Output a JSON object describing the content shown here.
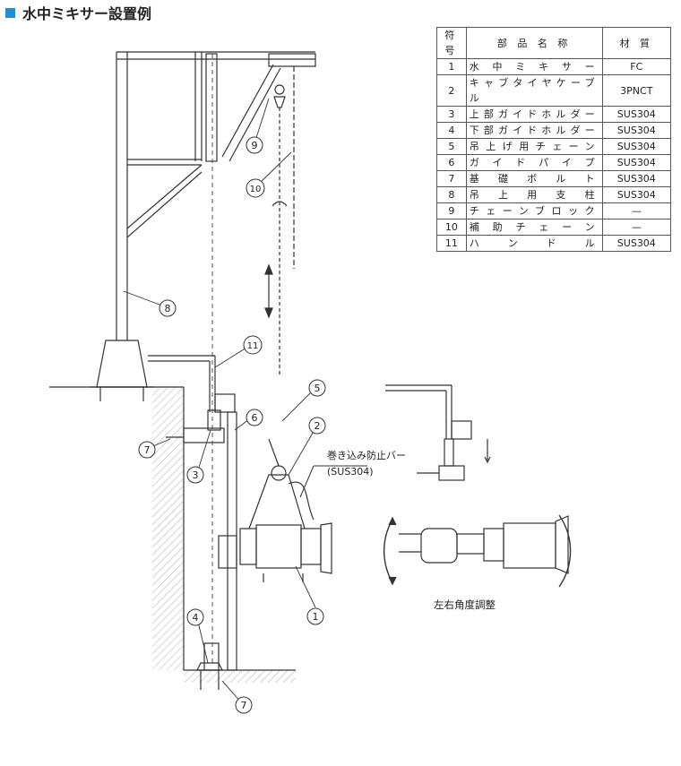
{
  "title": "水中ミキサー設置例",
  "table": {
    "headers": [
      "符号",
      "部 品 名 称",
      "材 質"
    ],
    "rows": [
      {
        "no": "1",
        "name": "水中ミキサー",
        "material": "FC"
      },
      {
        "no": "2",
        "name": "キャブタイヤケーブル",
        "material": "3PNCT"
      },
      {
        "no": "3",
        "name": "上部ガイドホルダー",
        "material": "SUS304"
      },
      {
        "no": "4",
        "name": "下部ガイドホルダー",
        "material": "SUS304"
      },
      {
        "no": "5",
        "name": "吊上げ用チェーン",
        "material": "SUS304"
      },
      {
        "no": "6",
        "name": "ガイドパイプ",
        "material": "SUS304"
      },
      {
        "no": "7",
        "name": "基礎ボルト",
        "material": "SUS304"
      },
      {
        "no": "8",
        "name": "吊上用支柱",
        "material": "SUS304"
      },
      {
        "no": "9",
        "name": "チェーンブロック",
        "material": "—"
      },
      {
        "no": "10",
        "name": "補助チェーン",
        "material": "—"
      },
      {
        "no": "11",
        "name": "ハンドル",
        "material": "SUS304"
      }
    ]
  },
  "annotations": {
    "anti_wind_bar": "巻き込み防止バー",
    "anti_wind_material": "(SUS304)",
    "angle_adjust": "左右角度調整"
  },
  "callouts": {
    "c1": "1",
    "c2": "2",
    "c3": "3",
    "c4": "4",
    "c5": "5",
    "c6": "6",
    "c7a": "7",
    "c7b": "7",
    "c8": "8",
    "c9": "9",
    "c10": "10",
    "c11": "11"
  }
}
